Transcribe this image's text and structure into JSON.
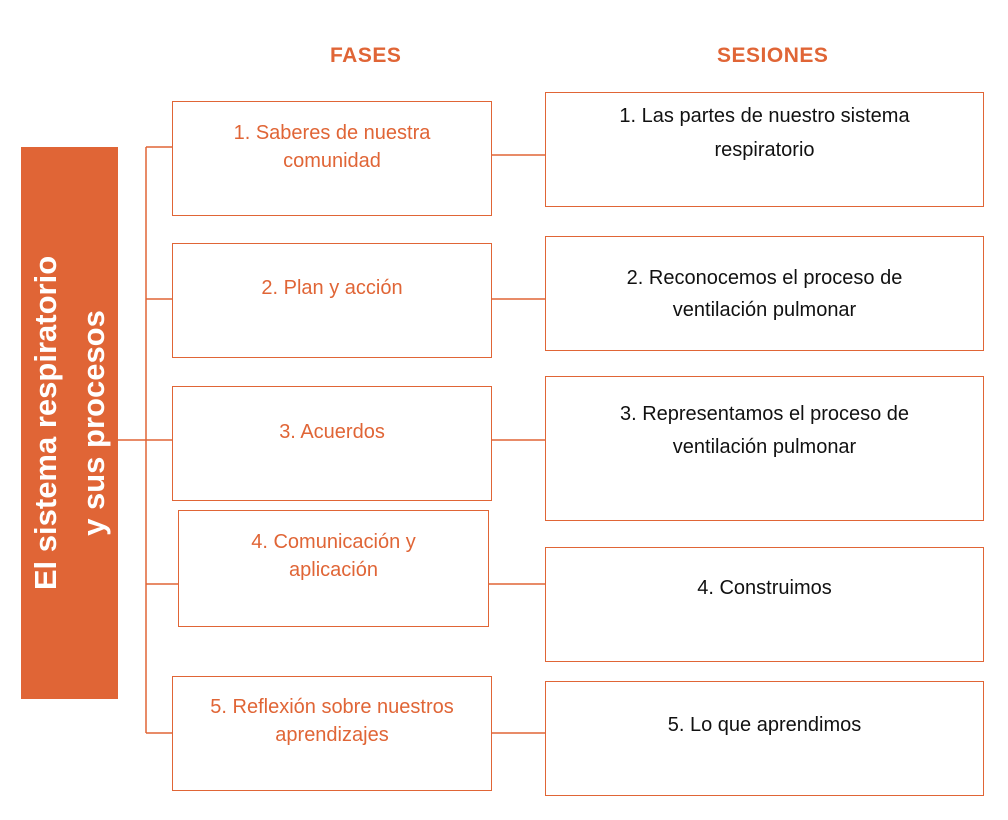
{
  "headers": {
    "phases": "FASES",
    "sessions": "SESIONES"
  },
  "topic": {
    "line1": "El sistema respiratorio",
    "line2": "y sus procesos"
  },
  "phases": [
    {
      "line1": "1. Saberes de nuestra",
      "line2": "comunidad"
    },
    {
      "line1": "2. Plan y acción",
      "line2": ""
    },
    {
      "line1": "3. Acuerdos",
      "line2": ""
    },
    {
      "line1": "4. Comunicación y",
      "line2": "aplicación"
    },
    {
      "line1": "5. Reflexión sobre nuestros",
      "line2": "aprendizajes"
    }
  ],
  "sessions": [
    {
      "line1": "1. Las partes de nuestro sistema",
      "line2": "respiratorio"
    },
    {
      "line1": "2. Reconocemos el proceso de",
      "line2": "ventilación pulmonar"
    },
    {
      "line1": "3. Representamos el proceso de",
      "line2": "ventilación pulmonar"
    },
    {
      "line1": "4. Construimos",
      "line2": ""
    },
    {
      "line1": "5. Lo que aprendimos",
      "line2": ""
    }
  ],
  "colors": {
    "accent": "#e06536",
    "session_text": "#111111"
  }
}
